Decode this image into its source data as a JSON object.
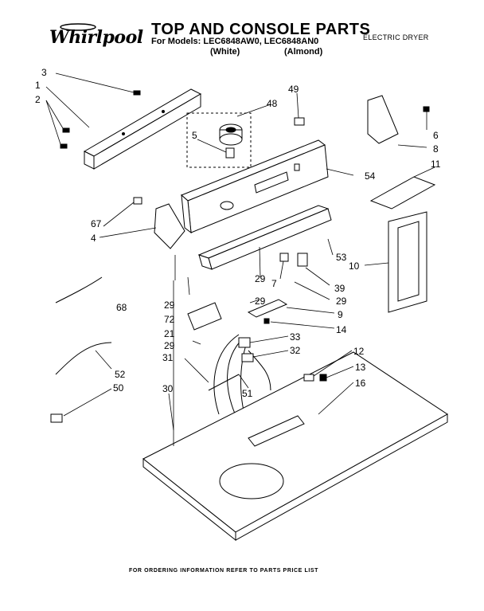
{
  "header": {
    "brand": "Whirlpool",
    "title": "TOP AND CONSOLE PARTS",
    "models": "For Models: LEC6848AW0, LEC6848AN0",
    "color_white": "(White)",
    "color_almond": "(Almond)",
    "doc_type": "ELECTRIC DRYER"
  },
  "callouts": {
    "c3": "3",
    "c1": "1",
    "c2": "2",
    "c49": "49",
    "c48": "48",
    "c6": "6",
    "c5": "5",
    "c8": "8",
    "c11": "11",
    "c54": "54",
    "c67": "67",
    "c4": "4",
    "c53": "53",
    "c10": "10",
    "c29a": "29",
    "c7": "7",
    "c39": "39",
    "c29b": "29",
    "c29c": "29",
    "c72": "72",
    "c9": "9",
    "c68": "68",
    "c21": "21",
    "c14": "14",
    "c33": "33",
    "c29d": "29",
    "c32": "32",
    "c12": "12",
    "c31": "31",
    "c13": "13",
    "c52": "52",
    "c16": "16",
    "c50": "50",
    "c30": "30",
    "c51": "51"
  },
  "footer": "FOR ORDERING INFORMATION REFER TO PARTS PRICE LIST"
}
